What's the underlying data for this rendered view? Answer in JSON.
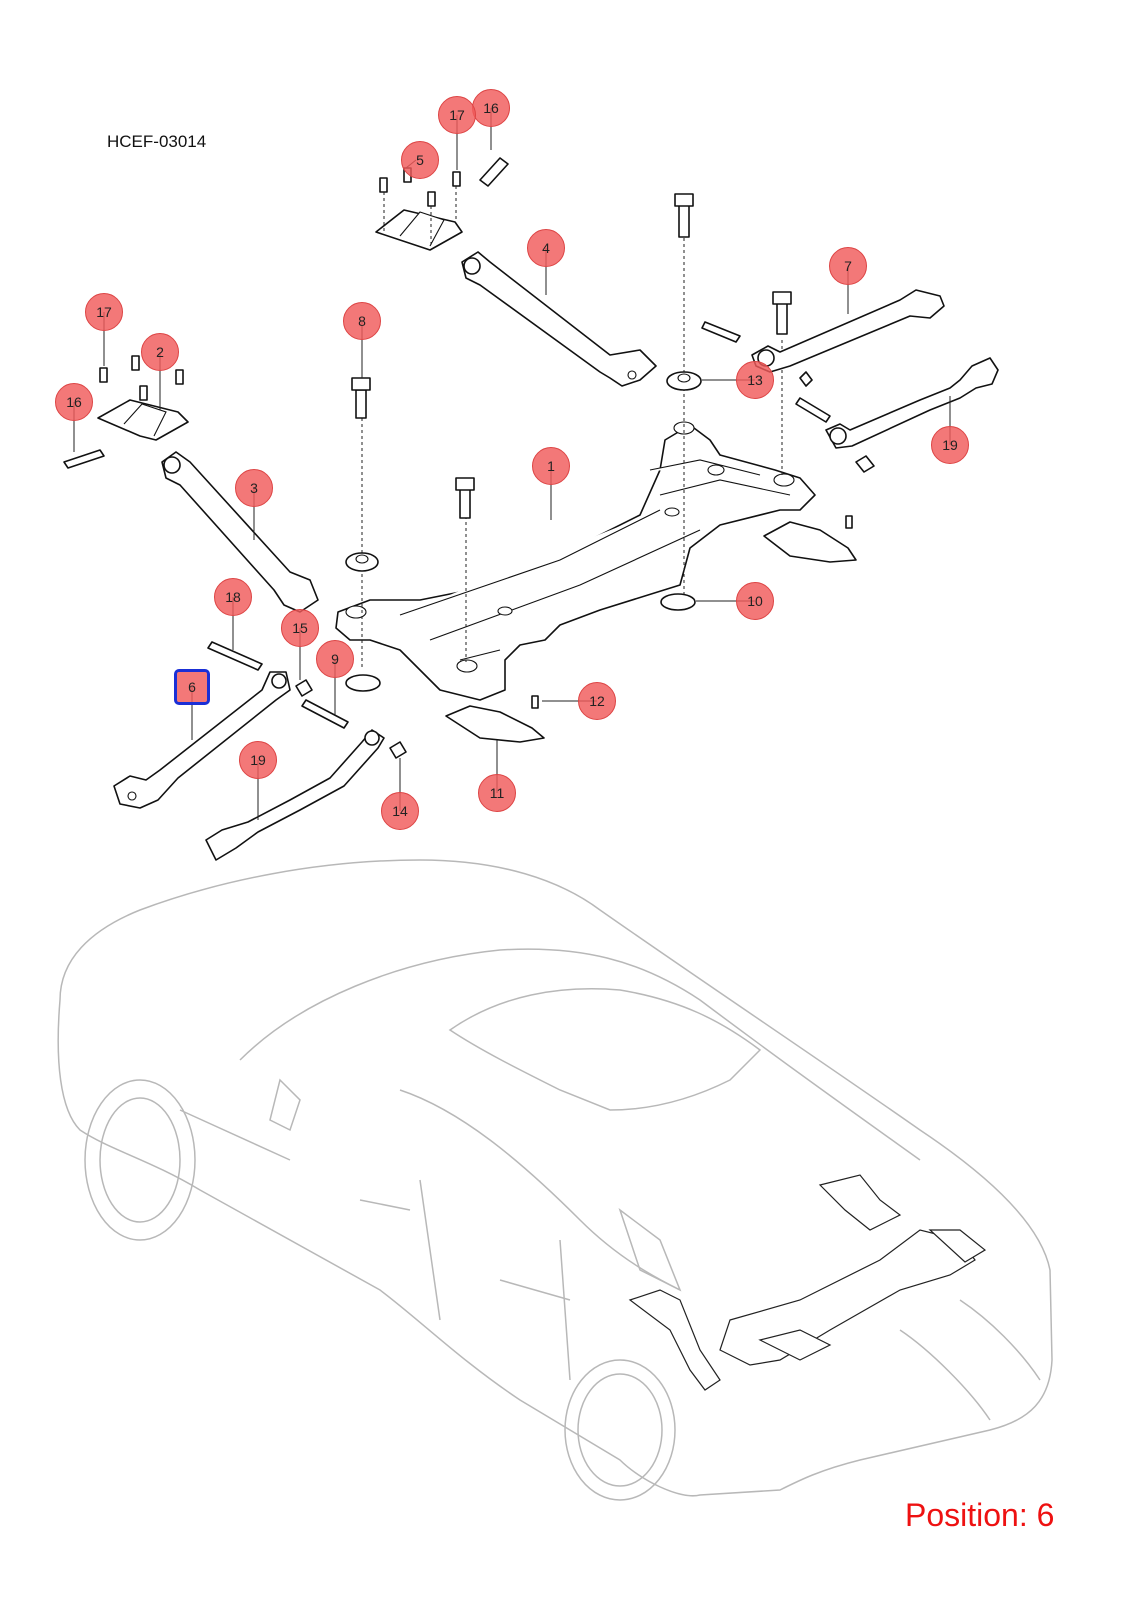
{
  "diagram_code": "HCEF-03014",
  "position_text": "Position: 6",
  "selected_part": "6",
  "colors": {
    "callout_fill": "#f05a5a",
    "selected_outline": "#1a2fd6",
    "position_text": "#ee1111",
    "vehicle_outline": "#b8b8b8"
  },
  "callouts": [
    {
      "id": "c16a",
      "label": "16"
    },
    {
      "id": "c17a",
      "label": "17"
    },
    {
      "id": "c5",
      "label": "5"
    },
    {
      "id": "c4",
      "label": "4"
    },
    {
      "id": "c7",
      "label": "7"
    },
    {
      "id": "c13",
      "label": "13"
    },
    {
      "id": "c19a",
      "label": "19"
    },
    {
      "id": "c17b",
      "label": "17"
    },
    {
      "id": "c2",
      "label": "2"
    },
    {
      "id": "c16b",
      "label": "16"
    },
    {
      "id": "c8",
      "label": "8"
    },
    {
      "id": "c3",
      "label": "3"
    },
    {
      "id": "c1",
      "label": "1"
    },
    {
      "id": "c18",
      "label": "18"
    },
    {
      "id": "c15",
      "label": "15"
    },
    {
      "id": "c9",
      "label": "9"
    },
    {
      "id": "c10",
      "label": "10"
    },
    {
      "id": "c12",
      "label": "12"
    },
    {
      "id": "c6",
      "label": "6"
    },
    {
      "id": "c19b",
      "label": "19"
    },
    {
      "id": "c14",
      "label": "14"
    },
    {
      "id": "c11",
      "label": "11"
    }
  ]
}
